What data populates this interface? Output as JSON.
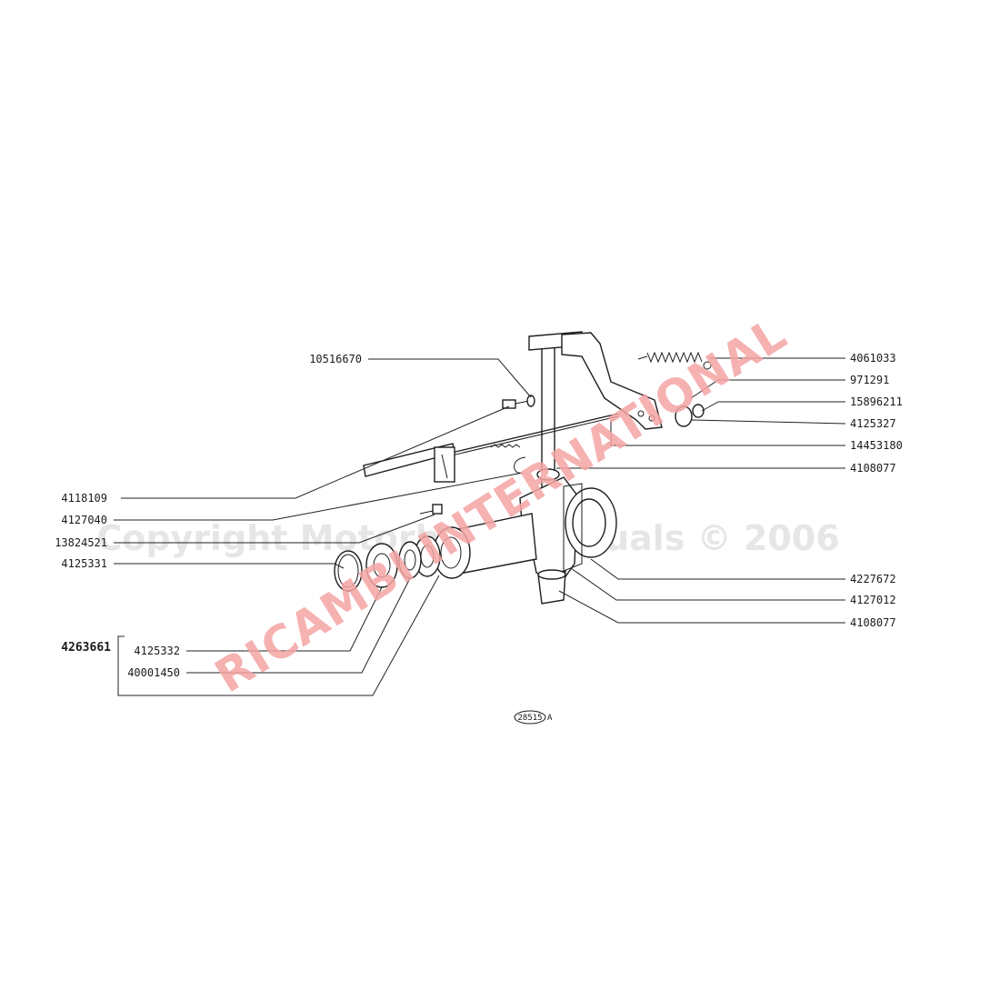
{
  "watermarks": {
    "copyright": "Copyright Motorbook Manuals © 2006",
    "brand": "RICAMBI INTERNATIONAL"
  },
  "labels": {
    "left": {
      "p10516670": "10516670",
      "p4118109": "4118109",
      "p4127040": "4127040",
      "p13824521": "13824521",
      "p4125331": "4125331",
      "p4263661": "4263661",
      "p4125332": "4125332",
      "p40001450": "40001450"
    },
    "right": {
      "p4061033": "4061033",
      "p971291": "971291",
      "p15896211": "15896211",
      "p4125327": "4125327",
      "p14453180": "14453180",
      "p4108077a": "4108077",
      "p4227672": "4227672",
      "p4127012": "4127012",
      "p4108077b": "4108077"
    }
  },
  "reference": {
    "code": "28515",
    "suffix": "A"
  }
}
